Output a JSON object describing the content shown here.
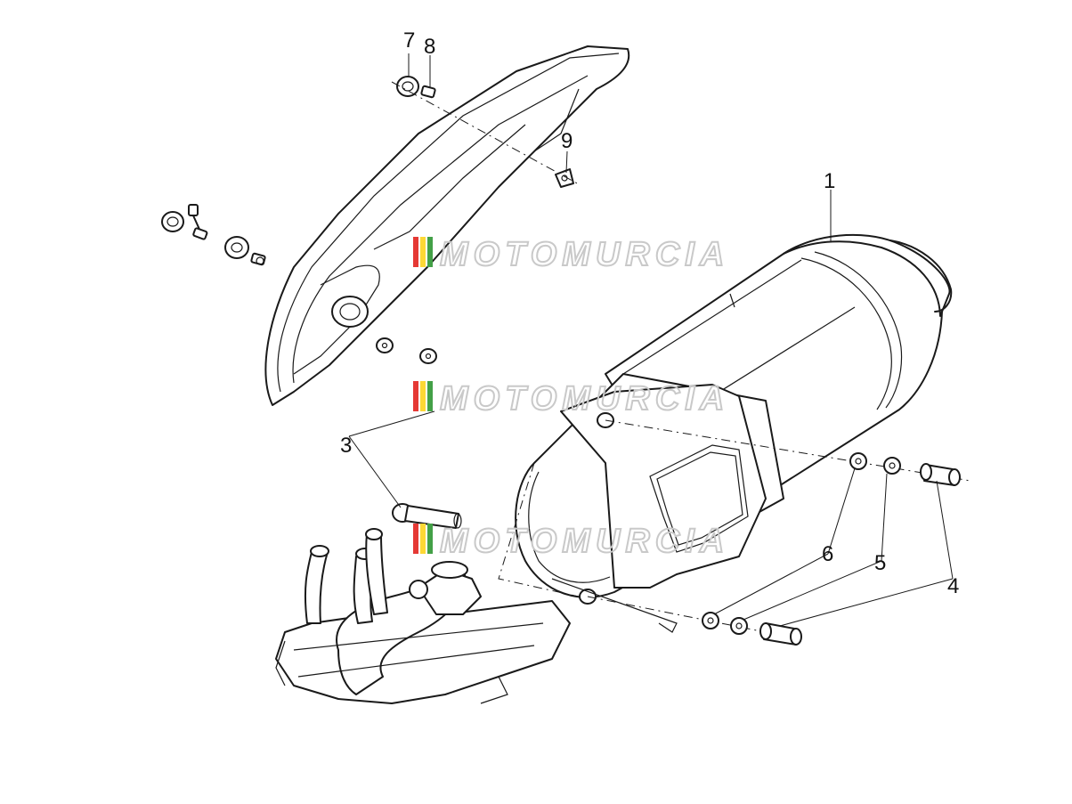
{
  "diagram": {
    "part_numbers": [
      "1",
      "3",
      "4",
      "5",
      "6",
      "7",
      "8",
      "9"
    ],
    "watermark": {
      "text": "MOTOMURCIA",
      "stripe_colors": [
        "#e53935",
        "#fdd835",
        "#43a047"
      ]
    }
  }
}
